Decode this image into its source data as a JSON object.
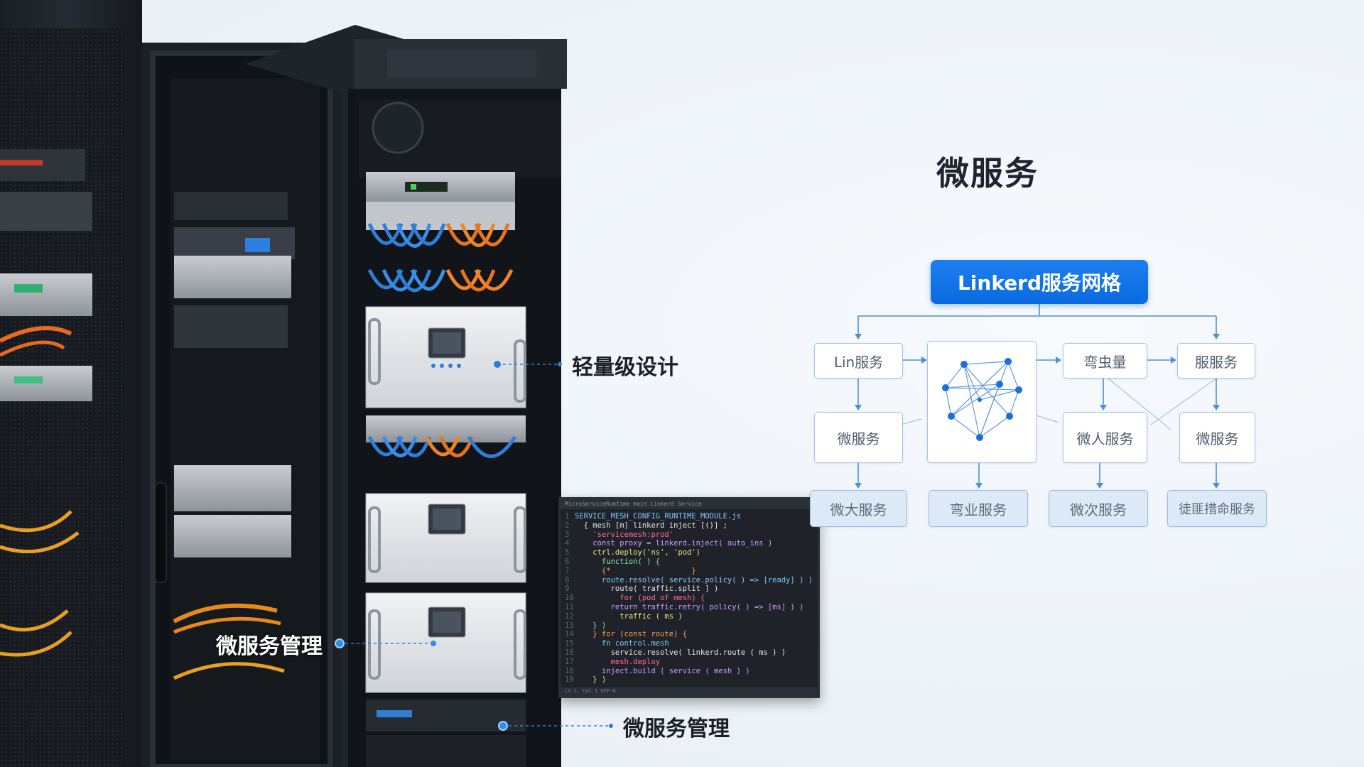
{
  "diagram": {
    "title": "微服务",
    "root": "Linkerd服务网格",
    "row1": [
      "Lin服务",
      "弯虫量",
      "服服务"
    ],
    "row2": [
      "微服务",
      "微人服务",
      "微服务"
    ],
    "row3": [
      "微大服务",
      "弯业服务",
      "微次服务",
      "徒匪措命服务"
    ]
  },
  "callouts": {
    "top": "轻量级设计",
    "middle": "微服务管理",
    "bottom": "微服务管理"
  },
  "colors": {
    "accent": "#0a6ae0",
    "connector": "#4f8fd8",
    "mesh": "#1a70d8"
  },
  "code": {
    "tabs": "MicroServiceRuntime  main  Linkerd  Service",
    "lines": [
      "SERVICE_MESH_CONFIG_RUNTIME_MODULE.js",
      "  { mesh [m] linkerd inject [()] ;",
      "    'servicemesh:prod'",
      "    const proxy = linkerd.inject( auto_ins )",
      "    ctrl.deploy('ns', 'pod')",
      "      function( ) {",
      "      {*                  }",
      "      route.resolve( service.policy( ) => [ready] ) )",
      "        route( traffic.split ] )",
      "          for (pod of mesh) {",
      "        return traffic.retry( policy( ) => [ms] ) )",
      "          traffic ( ms )",
      "    } )",
      "    } for (const route) {",
      "      fn control.mesh",
      "        service.resolve( linkerd.route ( ms ) )",
      "        mesh.deploy",
      "      inject.build ( service ( mesh ) )",
      "    } )"
    ],
    "status": "Ln 1, Col 1  UTF-8"
  }
}
